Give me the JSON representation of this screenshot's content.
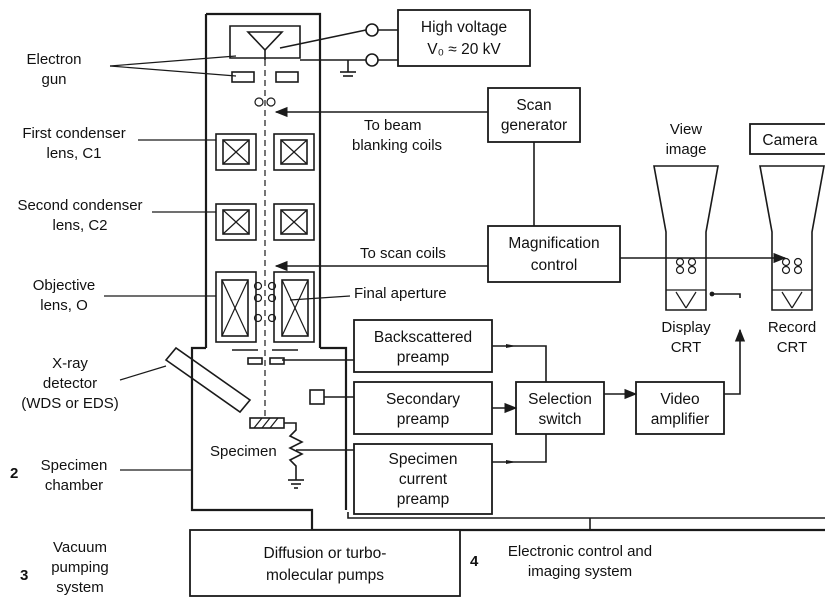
{
  "labels": {
    "electron_gun": [
      "Electron",
      "gun"
    ],
    "first_condenser": [
      "First condenser",
      "lens, C1"
    ],
    "second_condenser": [
      "Second condenser",
      "lens, C2"
    ],
    "objective": [
      "Objective",
      "lens, O"
    ],
    "xray_detector": [
      "X-ray",
      "detector",
      "(WDS or EDS)"
    ],
    "specimen_chamber": [
      "Specimen",
      "chamber"
    ],
    "vacuum_pumping": [
      "Vacuum",
      "pumping",
      "system"
    ],
    "to_beam_blanking": [
      "To beam",
      "blanking coils"
    ],
    "to_scan_coils": "To scan coils",
    "final_aperture": "Final aperture",
    "specimen": "Specimen",
    "view_image": [
      "View",
      "image"
    ],
    "display_crt": [
      "Display",
      "CRT"
    ],
    "record_crt": [
      "Record",
      "CRT"
    ],
    "electronic_control": [
      "Electronic control and",
      "imaging system"
    ]
  },
  "numbers": {
    "n2": "2",
    "n3": "3",
    "n4": "4"
  },
  "boxes": {
    "high_voltage": [
      "High voltage",
      "V₀ ≈ 20 kV"
    ],
    "scan_generator": [
      "Scan",
      "generator"
    ],
    "magnification_control": [
      "Magnification",
      "control"
    ],
    "camera": "Camera",
    "backscattered_preamp": [
      "Backscattered",
      "preamp"
    ],
    "secondary_preamp": [
      "Secondary",
      "preamp"
    ],
    "specimen_current_preamp": [
      "Specimen",
      "current",
      "preamp"
    ],
    "selection_switch": [
      "Selection",
      "switch"
    ],
    "video_amplifier": [
      "Video",
      "amplifier"
    ],
    "diffusion_pumps": [
      "Diffusion or turbo-",
      "molecular pumps"
    ]
  }
}
